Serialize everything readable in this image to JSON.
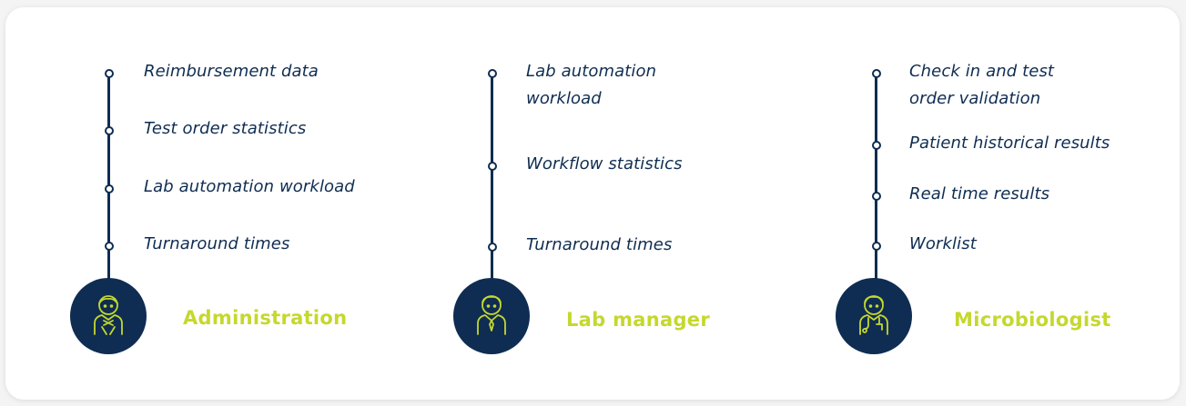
{
  "colors": {
    "navy": "#0f2d52",
    "lime": "#c5d82d",
    "card": "#ffffff",
    "background": "#f4f4f4"
  },
  "roles": [
    {
      "name": "Administration",
      "icon": "administrator-avatar-icon",
      "items": [
        "Reimbursement data",
        "Test order statistics",
        "Lab automation workload",
        "Turnaround times"
      ]
    },
    {
      "name": "Lab manager",
      "icon": "lab-manager-avatar-icon",
      "items": [
        "Lab automation",
        "workload",
        "Workflow statistics",
        "Turnaround times"
      ]
    },
    {
      "name": "Microbiologist",
      "icon": "microbiologist-avatar-icon",
      "items": [
        "Check in and test",
        "order validation",
        "Patient historical results",
        "Real time results",
        "Worklist"
      ]
    }
  ]
}
